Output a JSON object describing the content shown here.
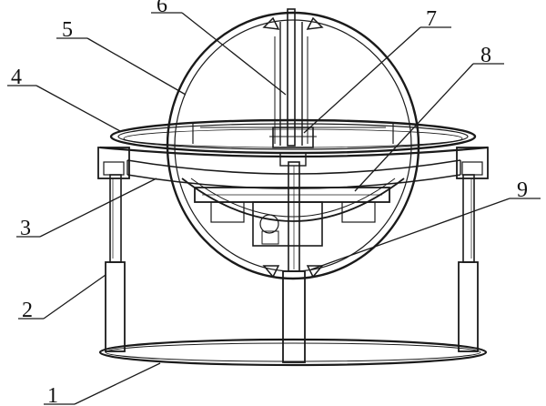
{
  "figure": {
    "callouts": [
      {
        "id": "1",
        "label": "1"
      },
      {
        "id": "2",
        "label": "2"
      },
      {
        "id": "3",
        "label": "3"
      },
      {
        "id": "4",
        "label": "4"
      },
      {
        "id": "5",
        "label": "5"
      },
      {
        "id": "6",
        "label": "6"
      },
      {
        "id": "7",
        "label": "7"
      },
      {
        "id": "8",
        "label": "8"
      },
      {
        "id": "9",
        "label": "9"
      }
    ],
    "colors": {
      "ink": "#1a1a1a",
      "background": "#ffffff"
    }
  }
}
